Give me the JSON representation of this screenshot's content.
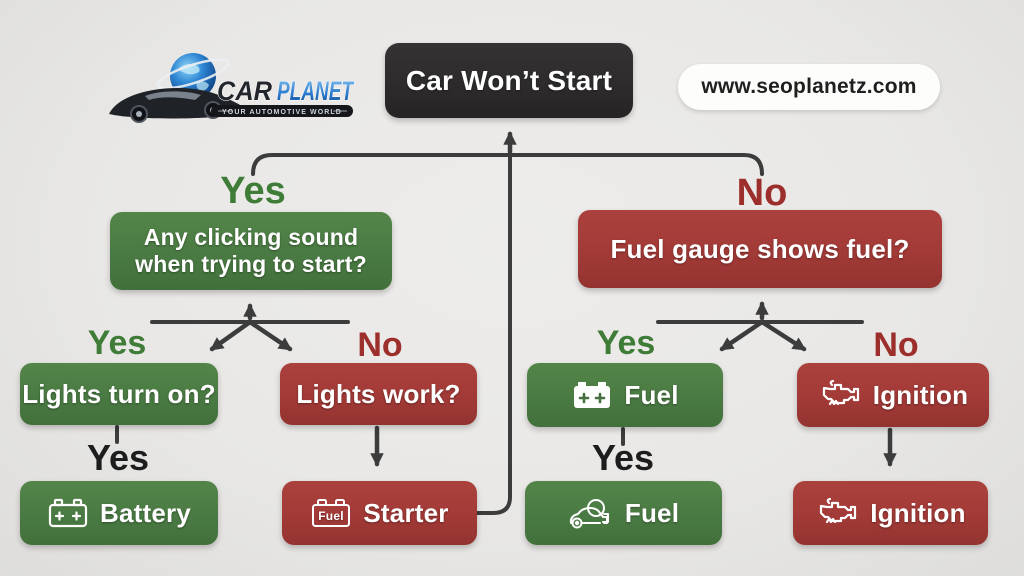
{
  "header": {
    "title": "Car Won’t Start",
    "website": "www.seoplanetz.com",
    "logo": {
      "brand_car": "CAR",
      "brand_planet": "PLANET",
      "tagline": "YOUR AUTOMOTIVE WORLD"
    }
  },
  "colors": {
    "background": "#e9e8e6",
    "green_box": "#4a7a43",
    "red_box": "#a23a37",
    "dark_box": "#2b2929",
    "line": "#3c3c3c",
    "yes_text": "#3e7c38",
    "no_text": "#9c2e2c",
    "black_label": "#1d1d1d"
  },
  "flowchart": {
    "root_label": "Car Won’t Start",
    "level1": {
      "yes_label": "Yes",
      "no_label": "No",
      "yes_question": "Any clicking sound when trying to start?",
      "no_question": "Fuel gauge shows fuel?"
    },
    "level2_left": {
      "yes_label": "Yes",
      "no_label": "No",
      "yes_box": "Lights turn on?",
      "no_box": "Lights work?"
    },
    "level2_right": {
      "yes_label": "Yes",
      "no_label": "No",
      "yes_box": "Fuel",
      "no_box": "Ignition"
    },
    "level3": {
      "left_yes_label": "Yes",
      "left_yes_box": "Battery",
      "left_no_box": "Starter",
      "starter_icon_text": "Fuel",
      "right_yes_label": "Yes",
      "right_yes_box": "Fuel",
      "right_no_box": "Ignition"
    }
  }
}
